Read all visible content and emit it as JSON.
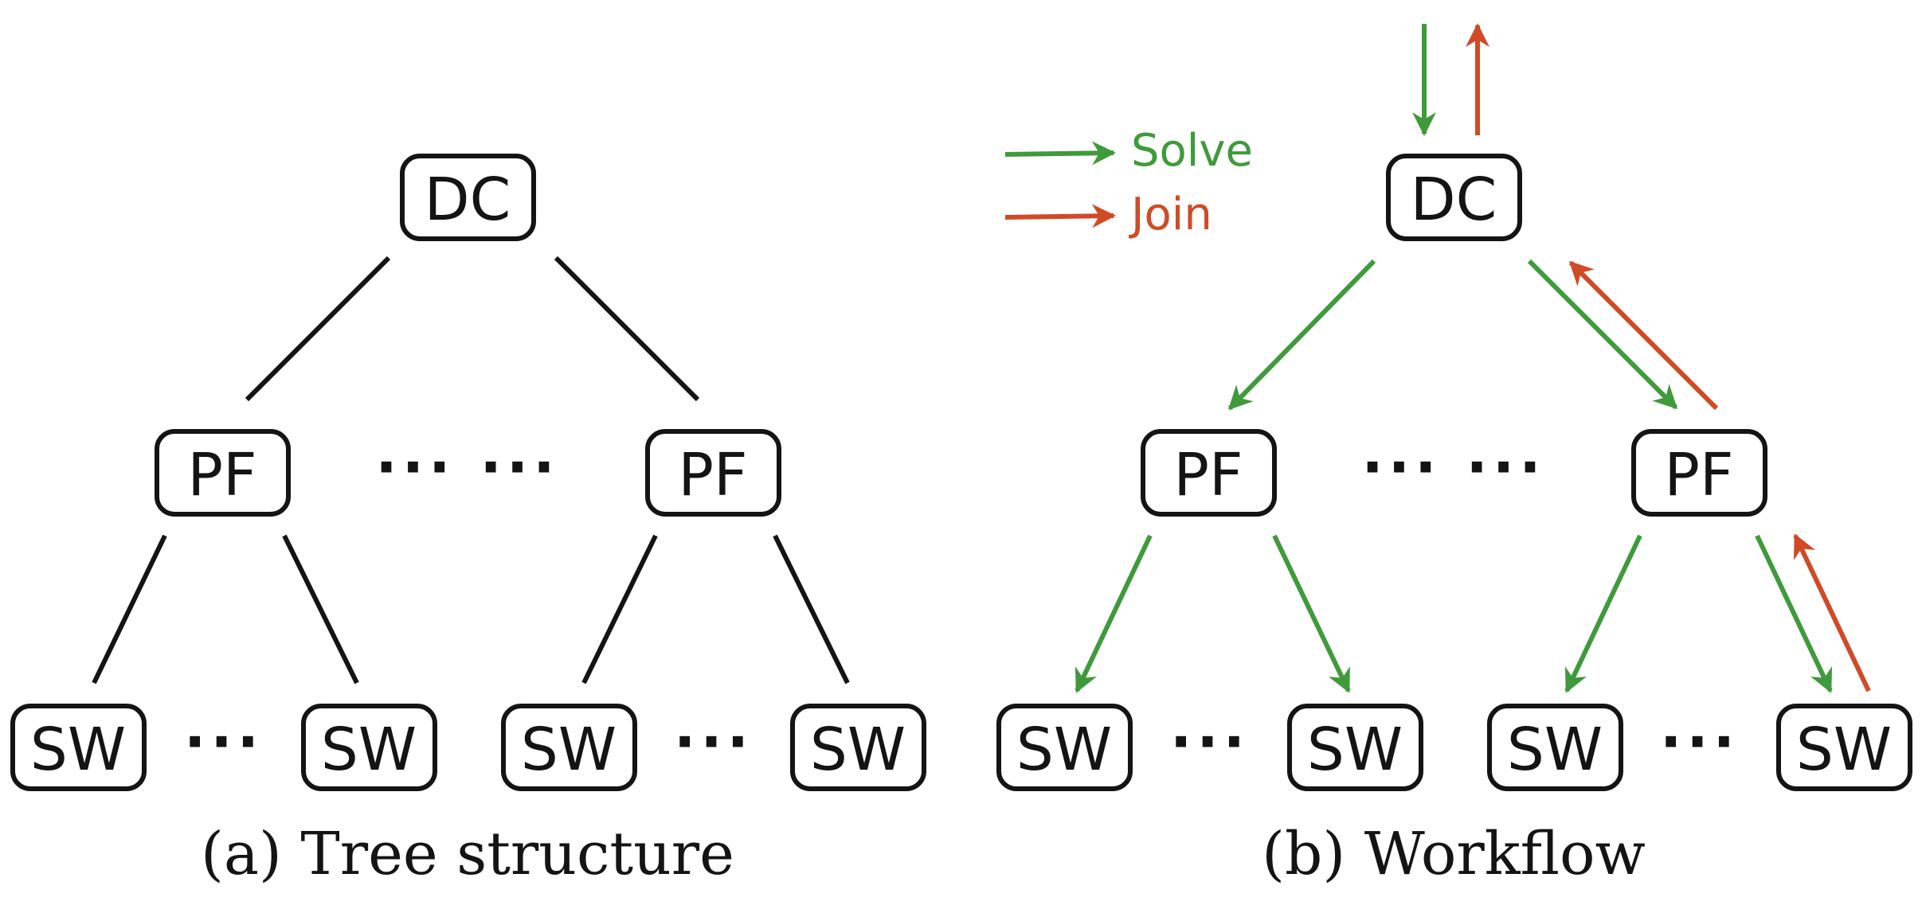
{
  "panels": [
    {
      "id": "tree",
      "caption": "(a) Tree structure",
      "nodes": {
        "root": "DC",
        "mid_left": "PF",
        "mid_right": "PF",
        "leaf_1": "SW",
        "leaf_2": "SW",
        "leaf_3": "SW",
        "leaf_4": "SW"
      },
      "ellipses": {
        "mid": "··· ···",
        "leaf_left": "···",
        "leaf_right": "···"
      }
    },
    {
      "id": "workflow",
      "caption": "(b) Workflow",
      "nodes": {
        "root": "DC",
        "mid_left": "PF",
        "mid_right": "PF",
        "leaf_1": "SW",
        "leaf_2": "SW",
        "leaf_3": "SW",
        "leaf_4": "SW"
      },
      "ellipses": {
        "mid": "··· ···",
        "leaf_left": "···",
        "leaf_right": "···"
      }
    }
  ],
  "legend": {
    "solve": {
      "label": "Solve",
      "color": "#3f9a3c"
    },
    "join": {
      "label": "Join",
      "color": "#d04a26"
    }
  },
  "colors": {
    "node_stroke": "#141414",
    "background": "#ffffff"
  }
}
